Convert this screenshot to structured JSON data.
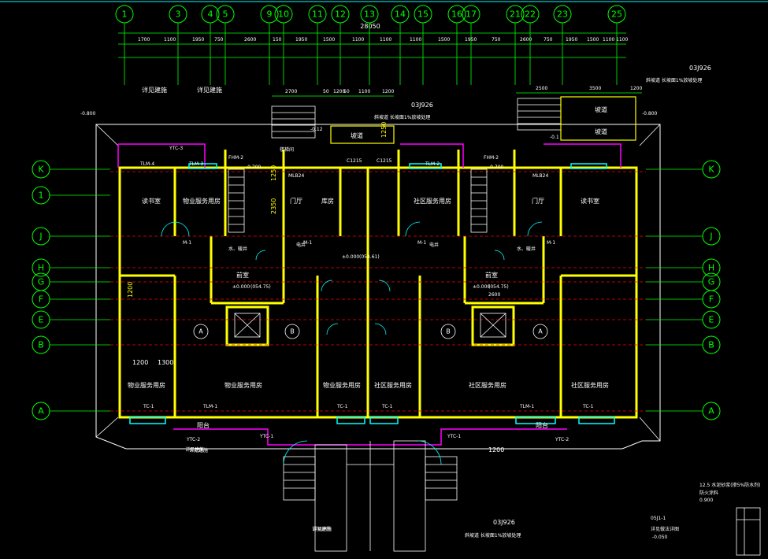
{
  "grid_top": [
    "1",
    "3",
    "4",
    "5",
    "9",
    "10",
    "11",
    "12",
    "13",
    "14",
    "15",
    "16",
    "17",
    "21",
    "22",
    "23",
    "25"
  ],
  "grid_left": [
    "K",
    "1",
    "J",
    "H",
    "G",
    "F",
    "E",
    "B",
    "A"
  ],
  "grid_right": [
    "K",
    "J",
    "H",
    "G",
    "F",
    "E",
    "B",
    "A"
  ],
  "rooms": [
    {
      "key": "r1",
      "label": "读书室"
    },
    {
      "key": "r2",
      "label": "物业服务用房"
    },
    {
      "key": "r3",
      "label": "门厅"
    },
    {
      "key": "r4",
      "label": "库房"
    },
    {
      "key": "r5",
      "label": "社区服务用房"
    },
    {
      "key": "r6",
      "label": "门厅"
    },
    {
      "key": "r7",
      "label": "读书室"
    },
    {
      "key": "r8",
      "label": "前室"
    },
    {
      "key": "r9",
      "label": "前室"
    },
    {
      "key": "r10",
      "label": "物业服务用房"
    },
    {
      "key": "r11",
      "label": "物业服务用房"
    },
    {
      "key": "r12",
      "label": "物业服务用房"
    },
    {
      "key": "r13",
      "label": "社区服务用房"
    },
    {
      "key": "r14",
      "label": "社区服务用房"
    },
    {
      "key": "r15",
      "label": "社区服务用房"
    },
    {
      "key": "r16",
      "label": "阳台"
    },
    {
      "key": "r17",
      "label": "阳台"
    }
  ],
  "bubbles": [
    "A",
    "B",
    "B",
    "A"
  ],
  "notes": {
    "detail_left1": "详见建施",
    "detail_left2": "详见建施",
    "detail_bottom1": "详见建施",
    "detail_bottom2": "详见建施",
    "ref_code1": "03J926",
    "ref_code2": "03J926",
    "ref_code3": "03J926",
    "ramp_note1": "斜坡道 长坡面1%放坡处理",
    "ramp_note2": "斜坡道 长坡面1%放坡处理",
    "ramp_note3": "斜坡道 长坡面1%放坡处理",
    "ramp1": "坡道",
    "ramp2": "坡道",
    "ramp3": "坡道",
    "legend1": "12.5 水泥砂浆(掺5%防水剂)",
    "legend2": "防火涂料",
    "legend_ref": "05J1-1",
    "legend3": "详见做法详图"
  },
  "dims": {
    "overall": "28050",
    "d1": "1700",
    "d2": "1100",
    "d3": "1950",
    "d4": "750",
    "d5": "2600",
    "d6": "150",
    "d7": "1950",
    "d8": "1500",
    "d9": "1100",
    "d10": "1100",
    "d11": "1100",
    "d12": "1500",
    "d13": "1950",
    "d14": "750",
    "d15": "2600",
    "d16": "750",
    "d17": "1950",
    "d18": "1500",
    "d19": "1100",
    "d20": "1100",
    "s1": "2700",
    "s2": "50",
    "s3": "1200",
    "s4": "50",
    "s5": "1100",
    "s6": "1200",
    "s7": "2500",
    "s8": "3500",
    "s9": "1200",
    "v1": "1250",
    "v2": "2350",
    "v3": "1250",
    "v4": "1200",
    "v5": "1300",
    "v6": "1200",
    "v7": "2600",
    "v8": "1200",
    "lv1": "-0.800",
    "lv2": "-0.800",
    "lv3": "-0.700",
    "lv4": "-0.700",
    "lv5": "±0.000",
    "lv6": "±0.000",
    "lv7": "±0.000",
    "lv8": "-0.1",
    "lv9": "-0.12",
    "lv10": "0.900",
    "lv11": "-0.050"
  },
  "tags": [
    "YTC-3",
    "TLM-4",
    "TLM-3",
    "FHM-2",
    "TLM-2",
    "FHM-2",
    "TLM-1",
    "TLM-1",
    "TC-1",
    "TC-1",
    "TC-1",
    "TC-1",
    "M-1",
    "M-1",
    "M-1",
    "M-1",
    "C1215",
    "C1215",
    "MLB24",
    "MLB24",
    "YTC-2",
    "YTC-2",
    "YTC-1",
    "YTC-1",
    "电井",
    "电井",
    "水、暖井",
    "水、暖井",
    "楼梯间",
    "(054.75)",
    "(054.75)",
    "(054.61)",
    "详见建施",
    "详见建施"
  ]
}
